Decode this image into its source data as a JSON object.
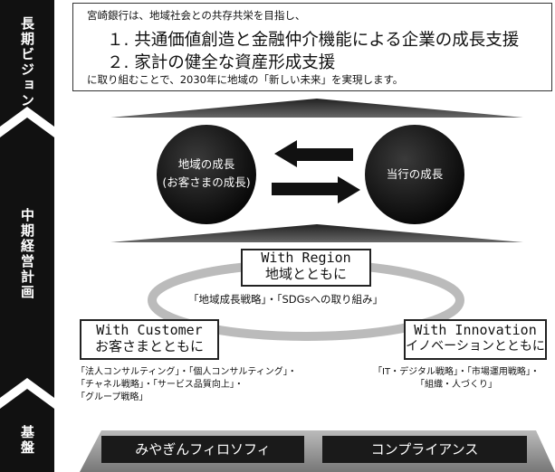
{
  "sidebar": {
    "vision": "長期ビジョン",
    "midterm": "中期経営計画",
    "foundation": "基盤"
  },
  "vision": {
    "intro": "宮崎銀行は、地域社会との共存共栄を目指し、",
    "goal1": "１. 共通価値創造と金融仲介機能による企業の成長支援",
    "goal2": "２. 家計の健全な資産形成支援",
    "outro": "に取り組むことで、2030年に地域の「新しい未来」を実現します。"
  },
  "cycle": {
    "left_line1": "地域の成長",
    "left_line2": "(お客さまの成長)",
    "right": "当行の成長"
  },
  "region": {
    "title_en": "With Region",
    "title_jp": "地域とともに",
    "strategies": "「地域成長戦略」・「SDGsへの取り組み」"
  },
  "customer": {
    "title_en": "With Customer",
    "title_jp": "お客さまとともに",
    "line1": "「法人コンサルティング」・「個人コンサルティング」・",
    "line2": "「チャネル戦略」・「サービス品質向上」・",
    "line3": "「グループ戦略」"
  },
  "innovation": {
    "title_en": "With Innovation",
    "title_jp": "イノベーションとともに",
    "line1": "「IT・デジタル戦略」・「市場運用戦略」・",
    "line2": "「組織・人づくり」"
  },
  "foundation": {
    "left": "みやぎんフィロソフィ",
    "right": "コンプライアンス"
  }
}
